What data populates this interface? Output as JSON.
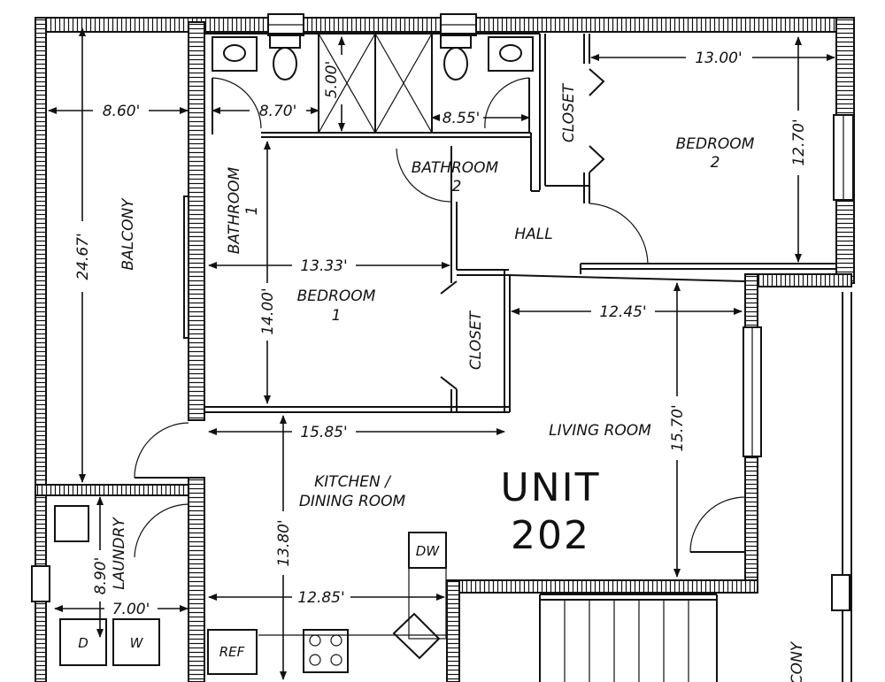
{
  "unit": {
    "title": "UNIT",
    "number": "202"
  },
  "rooms": {
    "balcony": "BALCONY",
    "bathroom1": "BATHROOM",
    "bathroom1_num": "1",
    "bathroom2": "BATHROOM",
    "bathroom2_num": "2",
    "closet_bed2": "CLOSET",
    "bedroom2": "BEDROOM",
    "bedroom2_num": "2",
    "hall": "HALL",
    "bedroom1": "BEDROOM",
    "bedroom1_num": "1",
    "closet_bed1": "CLOSET",
    "living_room": "LIVING ROOM",
    "kitchen_line1": "KITCHEN /",
    "kitchen_line2": "DINING ROOM",
    "laundry": "LAUNDRY",
    "balcony2": "CONY"
  },
  "dimensions": {
    "balcony_width": "8.60'",
    "balcony_length": "24.67'",
    "bath1_width": "8.70'",
    "shower_length": "5.00'",
    "bath2_width": "8.55'",
    "bed2_width": "13.00'",
    "bed2_length": "12.70'",
    "bed1_width": "13.33'",
    "bed1_length": "14.00'",
    "living_width": "12.45'",
    "living_length": "15.70'",
    "kitchen_width_top": "15.85'",
    "kitchen_length": "13.80'",
    "kitchen_width_bottom": "12.85'",
    "laundry_length": "8.90'",
    "laundry_width": "7.00'"
  },
  "appliances": {
    "dishwasher": "DW",
    "refrigerator": "REF",
    "dryer": "D",
    "washer": "W"
  }
}
